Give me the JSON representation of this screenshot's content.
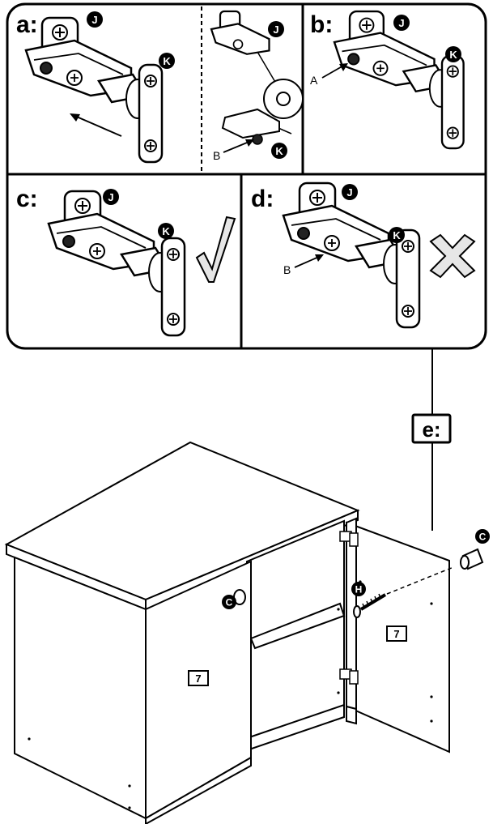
{
  "panels": {
    "a": {
      "label": "a:"
    },
    "b": {
      "label": "b:"
    },
    "c": {
      "label": "c:"
    },
    "d": {
      "label": "d:"
    },
    "e": {
      "label": "e:"
    }
  },
  "parts": {
    "J": "J",
    "K": "K",
    "C": "C",
    "H": "H"
  },
  "callouts": {
    "A": "A",
    "B": "B"
  },
  "panel_numbers": {
    "left_door": "7",
    "right_door": "7"
  },
  "marks": {
    "correct": "check-mark-icon",
    "incorrect": "cross-mark-icon"
  }
}
